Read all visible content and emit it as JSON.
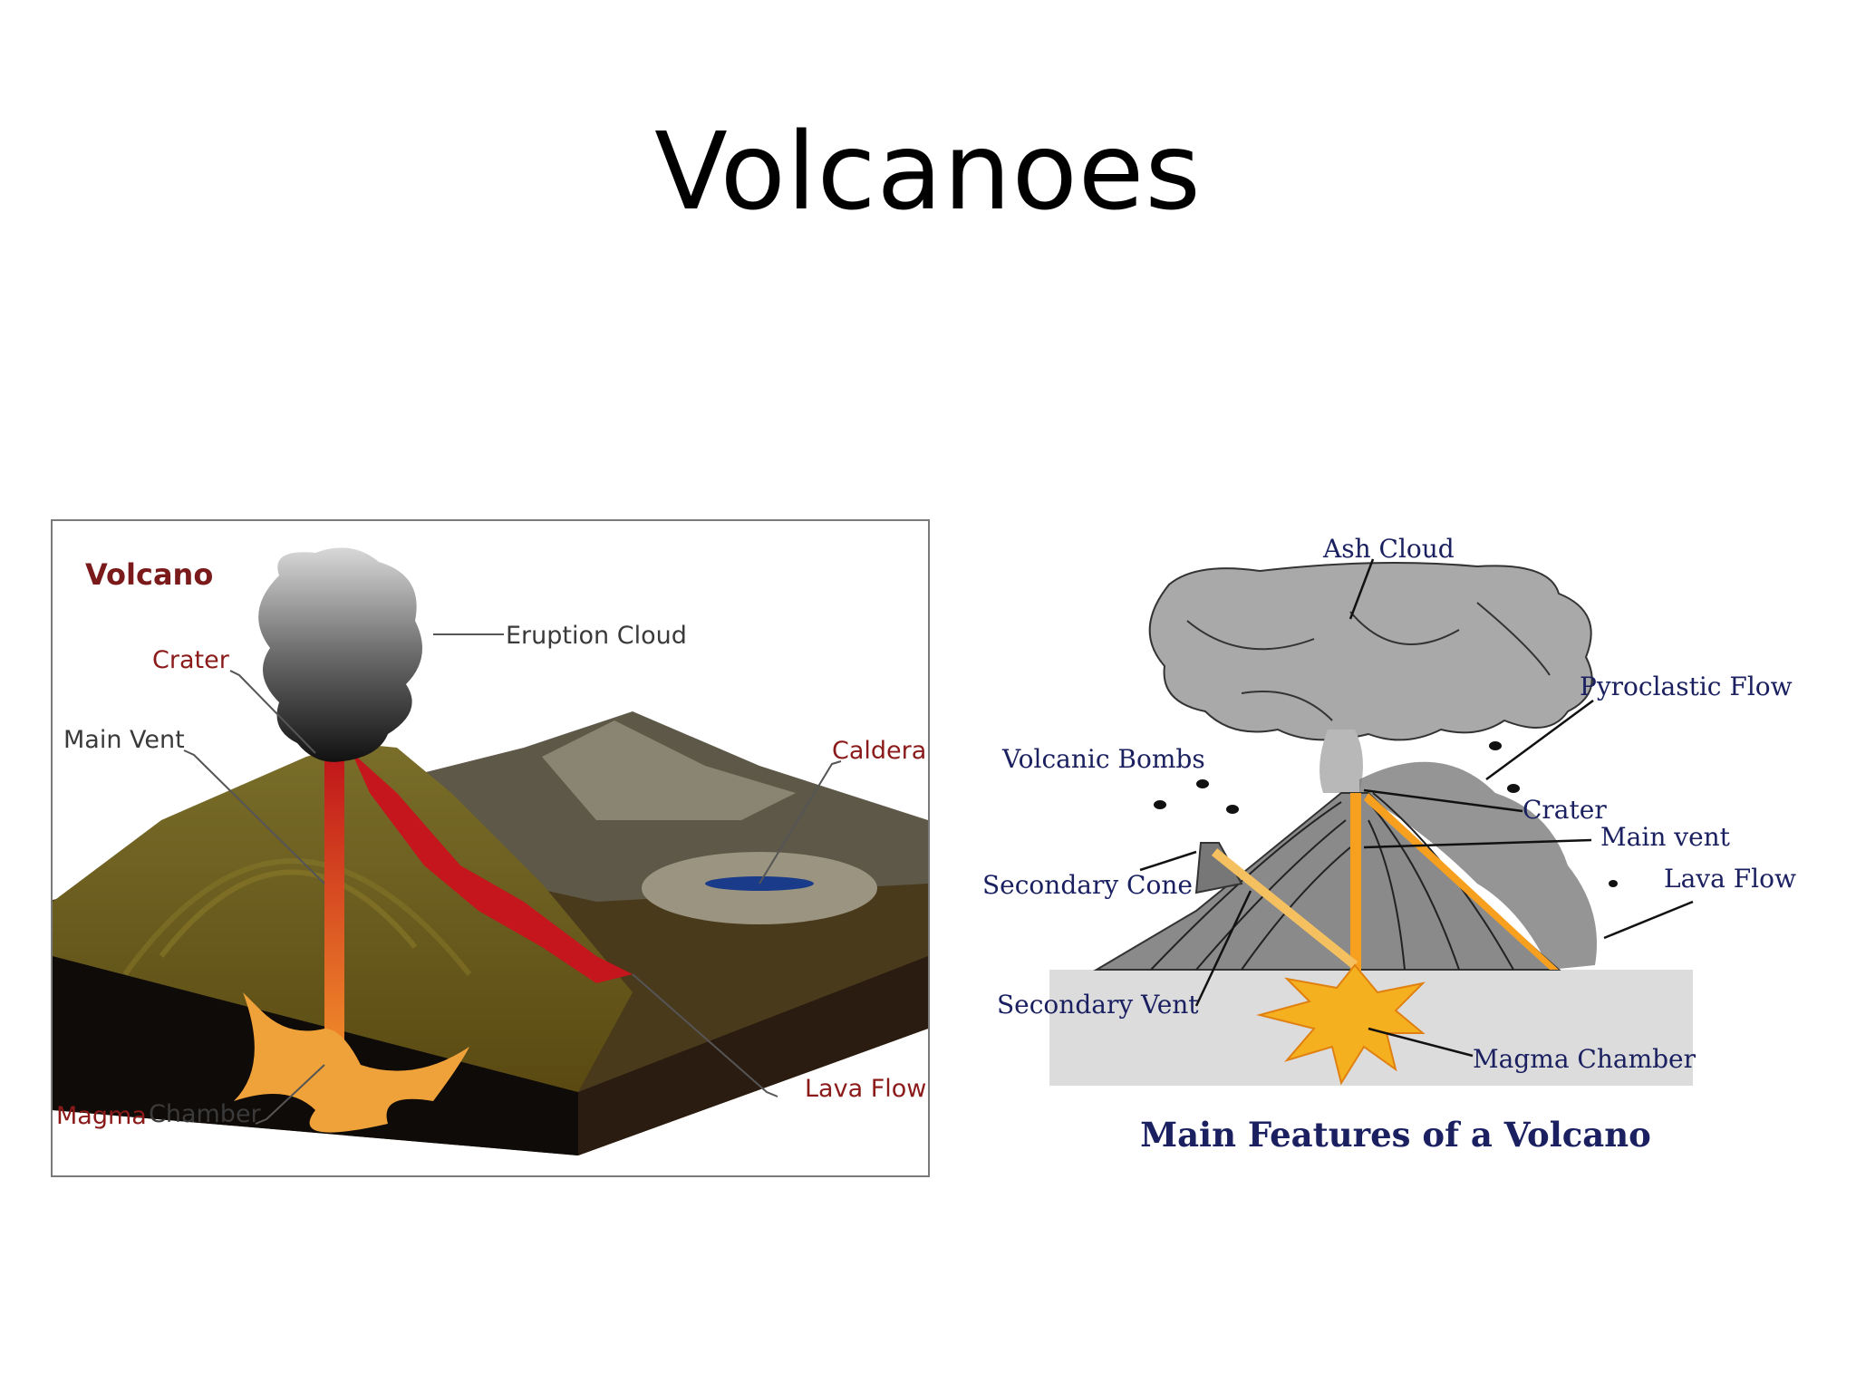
{
  "slide": {
    "title": "Volcanoes"
  },
  "left_diagram": {
    "heading": "Volcano",
    "labels": {
      "eruption_cloud": "Eruption Cloud",
      "crater": "Crater",
      "main_vent": "Main Vent",
      "caldera": "Caldera",
      "lava_flow": "Lava Flow",
      "magma_chamber_1": "Magma",
      "magma_chamber_2": "Chamber"
    },
    "colors": {
      "heading": "#7a1a1a",
      "red_label": "#8b1a1a",
      "dark_label": "#3a3a3a"
    }
  },
  "right_diagram": {
    "caption": "Main Features of a Volcano",
    "labels": {
      "ash_cloud": "Ash Cloud",
      "pyroclastic_flow": "Pyroclastic Flow",
      "volcanic_bombs": "Volcanic Bombs",
      "crater": "Crater",
      "main_vent": "Main vent",
      "secondary_cone": "Secondary Cone",
      "lava_flow": "Lava Flow",
      "secondary_vent": "Secondary Vent",
      "magma_chamber": "Magma Chamber"
    },
    "colors": {
      "label": "#1a2060"
    }
  }
}
